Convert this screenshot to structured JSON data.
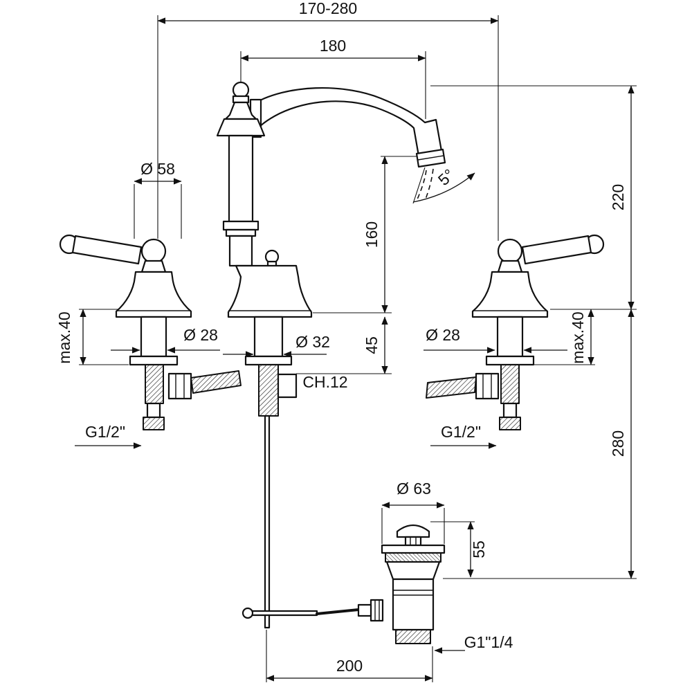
{
  "drawing": {
    "kind": "technical-dimension-drawing",
    "subject": "three-hole basin faucet with pop-up waste"
  },
  "colors": {
    "line": "#111111",
    "background": "#ffffff"
  },
  "labels": {
    "overall_width": "170-280",
    "spout_reach": "180",
    "handle_diameter": "Ø 58",
    "spout_height": "160",
    "aerator_height": "45",
    "total_height": "220",
    "under_counter_depth": "280",
    "max_deck_left": "max.40",
    "max_deck_right": "max.40",
    "shank_left": "Ø 28",
    "shank_center": "Ø 32",
    "shank_right": "Ø 28",
    "wrench_size": "CH.12",
    "thread_left": "G1/2\"",
    "thread_right": "G1/2\"",
    "drain_flange": "Ø 63",
    "drain_height": "55",
    "drain_thread": "G1\"1/4",
    "drain_offset": "200",
    "spout_angle": "5°"
  }
}
